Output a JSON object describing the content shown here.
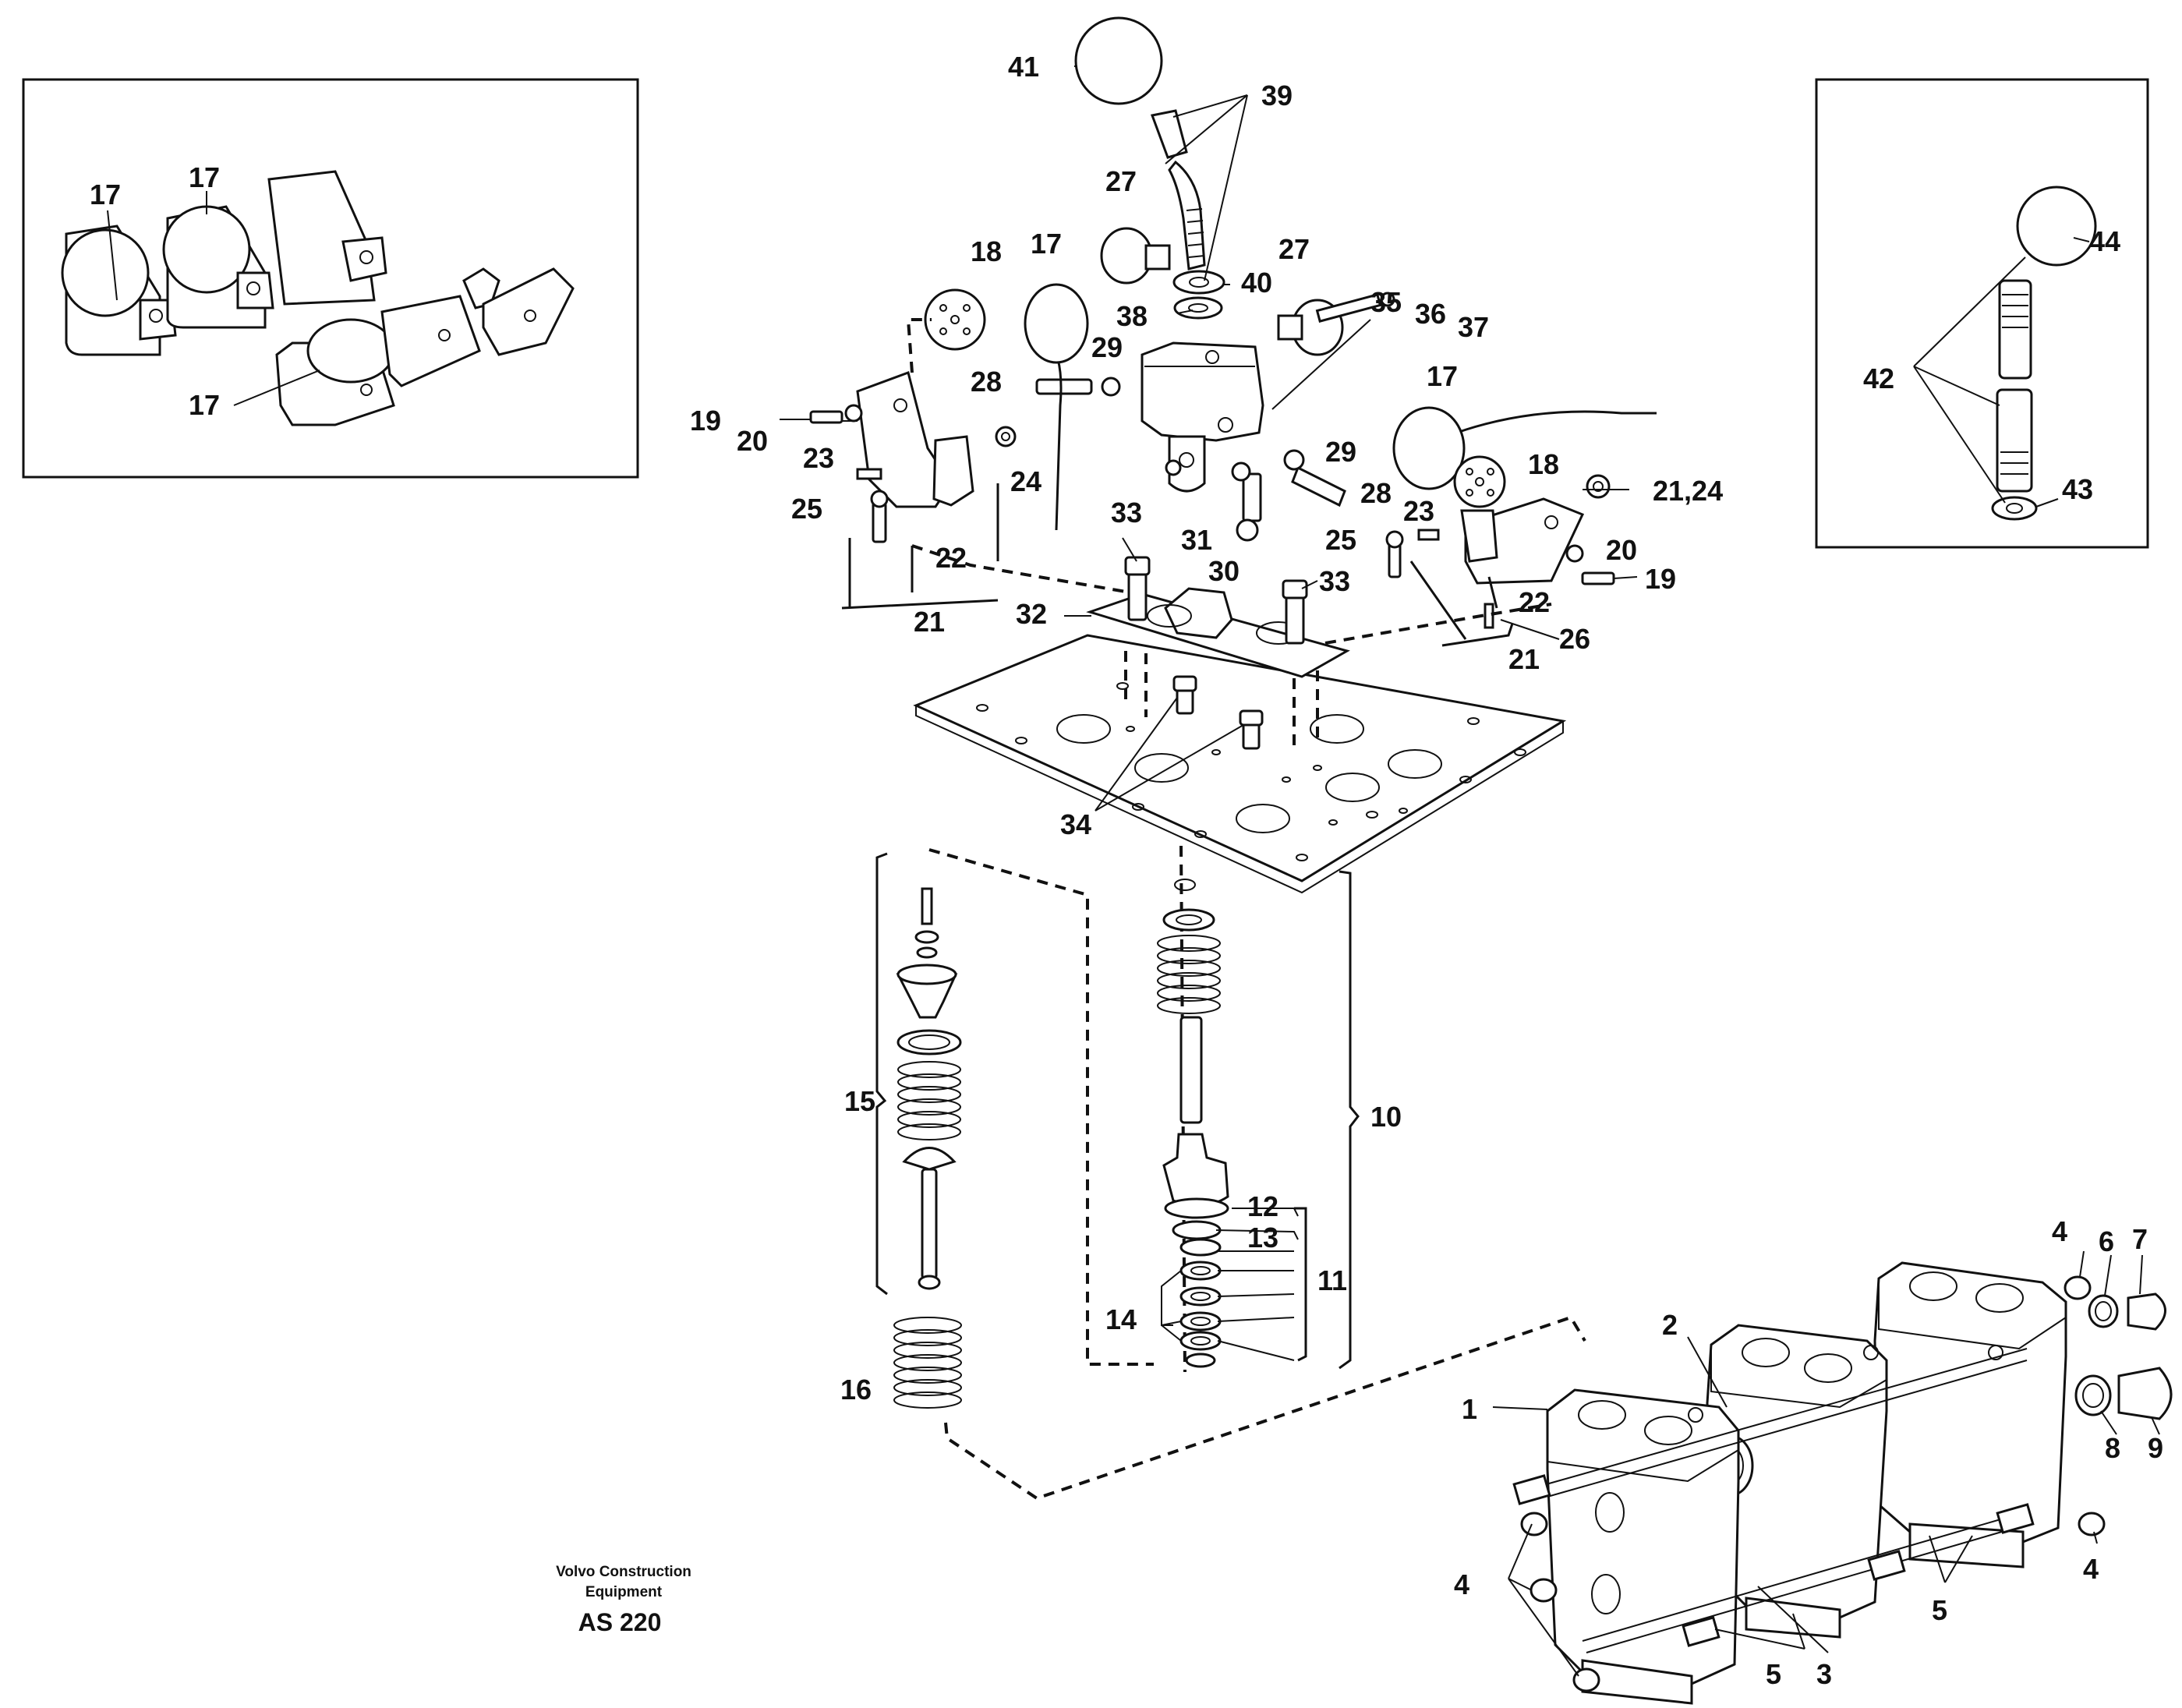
{
  "footer": {
    "company_line1": "Volvo Construction",
    "company_line2": "Equipment",
    "code": "AS 220"
  },
  "callouts": {
    "c1": "1",
    "c2": "2",
    "c3": "3",
    "c4a": "4",
    "c4b": "4",
    "c4c": "4",
    "c5a": "5",
    "c5b": "5",
    "c5c": "5",
    "c5d": "5",
    "c6": "6",
    "c7": "7",
    "c8": "8",
    "c9": "9",
    "c10": "10",
    "c11": "11",
    "c12": "12",
    "c13": "13",
    "c14": "14",
    "c15": "15",
    "c16": "16",
    "c17a": "17",
    "c17b": "17",
    "c17c": "17",
    "c17d": "17",
    "c17e": "17",
    "c18a": "18",
    "c18b": "18",
    "c19a": "19",
    "c19b": "19",
    "c20a": "20",
    "c20b": "20",
    "c21a": "21",
    "c21b": "21",
    "c2124": "21,24",
    "c22a": "22",
    "c22b": "22",
    "c23a": "23",
    "c23b": "23",
    "c24": "24",
    "c25a": "25",
    "c25b": "25",
    "c26": "26",
    "c27a": "27",
    "c27b": "27",
    "c28a": "28",
    "c28b": "28",
    "c29a": "29",
    "c29b": "29",
    "c30": "30",
    "c31": "31",
    "c32": "32",
    "c33a": "33",
    "c33b": "33",
    "c34": "34",
    "c35": "35",
    "c36": "36",
    "c37": "37",
    "c38": "38",
    "c39": "39",
    "c40": "40",
    "c41": "41",
    "c42": "42",
    "c43": "43",
    "c44": "44"
  }
}
